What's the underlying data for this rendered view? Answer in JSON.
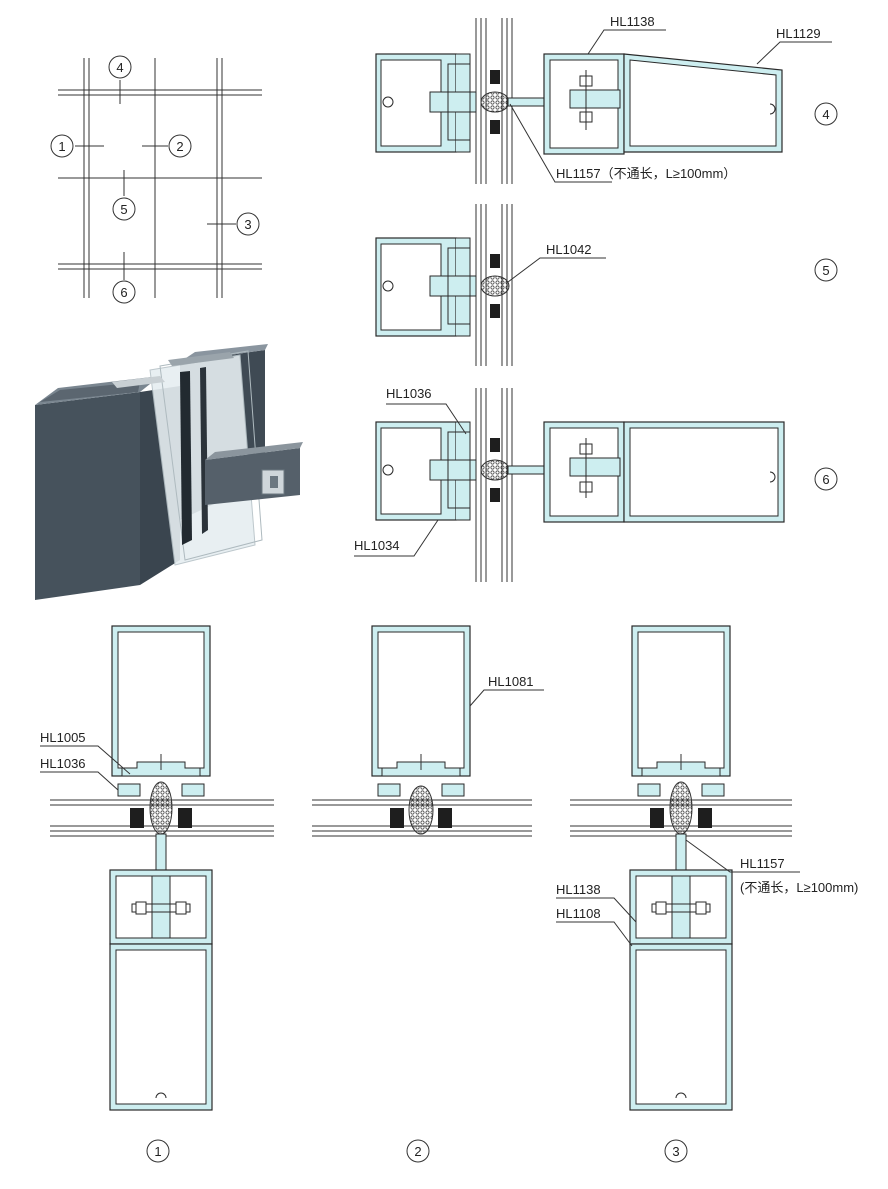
{
  "colors": {
    "profile_fill": "#cdeef0",
    "stroke": "#2a2a2a",
    "metal_dark": "#3d4852",
    "metal_mid": "#56626d",
    "glass": "#dfe9ec",
    "gasket": "#1e1e1e"
  },
  "key_plan": {
    "markers": [
      "4",
      "1",
      "2",
      "5",
      "3",
      "6"
    ]
  },
  "sections": {
    "s4": {
      "number": "4",
      "labels": [
        "HL1138",
        "HL1129",
        "HL1157（不通长，L≥100mm）"
      ]
    },
    "s5": {
      "number": "5",
      "labels": [
        "HL1042"
      ]
    },
    "s6": {
      "number": "6",
      "labels": [
        "HL1036",
        "HL1034"
      ]
    },
    "s1": {
      "number": "1",
      "labels": [
        "HL1005",
        "HL1036"
      ]
    },
    "s2": {
      "number": "2",
      "labels": [
        "HL1081"
      ]
    },
    "s3": {
      "number": "3",
      "labels": [
        "HL1157",
        "(不通长，L≥100mm)",
        "HL1138",
        "HL1108"
      ]
    }
  },
  "product_view": {
    "icon": "curtain-wall-profile-3d-icon"
  }
}
